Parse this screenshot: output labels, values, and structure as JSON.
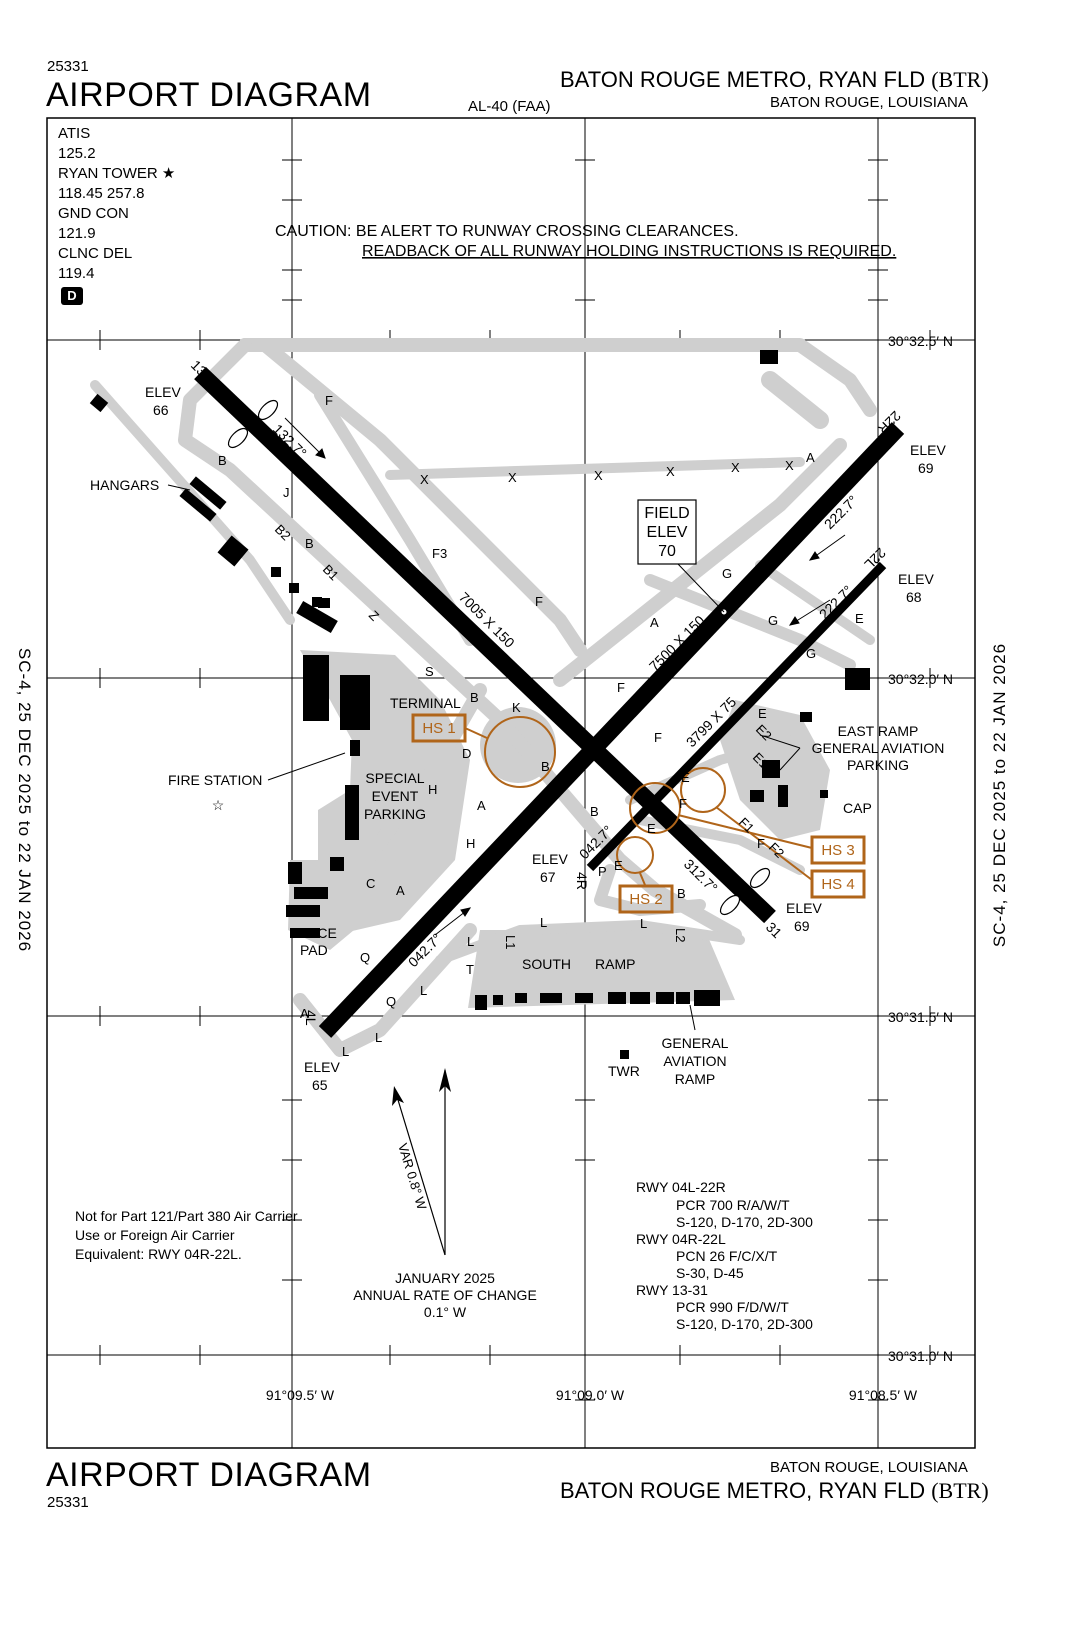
{
  "header": {
    "chart_number_top": "25331",
    "title_top": "AIRPORT DIAGRAM",
    "airport_top": "BATON ROUGE METRO, RYAN FLD",
    "ident_top": "(BTR)",
    "procedure_id": "AL-40 (FAA)",
    "city_top": "BATON ROUGE, LOUISIANA"
  },
  "footer": {
    "title_bottom": "AIRPORT DIAGRAM",
    "chart_number_bottom": "25331",
    "city_bottom": "BATON ROUGE, LOUISIANA",
    "airport_bottom": "BATON ROUGE METRO, RYAN FLD",
    "ident_bottom": "(BTR)"
  },
  "side_labels": {
    "left": "SC-4,  25 DEC 2025  to  22 JAN 2026",
    "right": "SC-4,  25 DEC 2025  to  22 JAN 2026"
  },
  "frequencies": [
    "ATIS",
    "125.2",
    "RYAN TOWER",
    "118.45  257.8",
    "GND CON",
    "121.9",
    "CLNC DEL",
    "119.4"
  ],
  "d_box": "D",
  "caution": {
    "line1": "CAUTION:  BE ALERT TO RUNWAY CROSSING CLEARANCES.",
    "line2": "READBACK OF ALL RUNWAY HOLDING INSTRUCTIONS IS REQUIRED."
  },
  "grid_labels": {
    "lat_1": "30°32.5′ N",
    "lat_2": "30°32.0′ N",
    "lat_3": "30°31.5′ N",
    "lat_4": "30°31.0′ N",
    "lon_1": "91°09.5′ W",
    "lon_2": "91°09.0′ W",
    "lon_3": "91°08.5′ W"
  },
  "runways": {
    "rwy13": "13",
    "rwy31": "31",
    "rwy22r": "22R",
    "rwy22l": "22L",
    "rwy4l": "4L",
    "rwy4r": "4R",
    "dim_13_31": "7005 X 150",
    "dim_04l_22r": "7500 X 150",
    "dim_04r_22l": "3799 X 75",
    "hdg_1327": "132.7°",
    "hdg_2227a": "222.7°",
    "hdg_2227b": "222.7°",
    "hdg_0427a": "042.7°",
    "hdg_0427b": "042.7°",
    "hdg_3127": "312.7°"
  },
  "elevations": {
    "elev_word": "ELEV",
    "e66": "66",
    "e69a": "69",
    "e68": "68",
    "e67": "67",
    "e69b": "69",
    "e65": "65",
    "field_elev_1": "FIELD",
    "field_elev_2": "ELEV",
    "field_elev_3": "70"
  },
  "features": {
    "hangars": "HANGARS",
    "terminal": "TERMINAL",
    "fire_station": "FIRE STATION",
    "special_1": "SPECIAL",
    "special_2": "EVENT",
    "special_3": "PARKING",
    "east_ramp": "EAST RAMP",
    "ga_parking_1": "GENERAL AVIATION",
    "ga_parking_2": "PARKING",
    "cap": "CAP",
    "deice_1": "DEICE",
    "deice_2": "PAD",
    "south": "SOUTH",
    "ramp": "RAMP",
    "ga_ramp_1": "GENERAL",
    "ga_ramp_2": "AVIATION",
    "ga_ramp_3": "RAMP",
    "twr": "TWR"
  },
  "hot_spots": [
    "HS 1",
    "HS 2",
    "HS 3",
    "HS 4"
  ],
  "taxiways": {
    "a": "A",
    "b": "B",
    "b1": "B1",
    "b2": "B2",
    "c": "C",
    "d": "D",
    "e": "E",
    "e1": "E1",
    "e2": "E2",
    "f": "F",
    "f1": "F1",
    "f2": "F2",
    "f3": "F3",
    "g": "G",
    "h": "H",
    "j": "J",
    "k": "K",
    "l": "L",
    "l1": "L1",
    "l2": "L2",
    "p": "P",
    "q": "Q",
    "s": "S",
    "t": "T",
    "x": "X",
    "z": "Z"
  },
  "magnetic": {
    "var": "VAR 0.8° W",
    "roc_1": "JANUARY 2025",
    "roc_2": "ANNUAL RATE OF CHANGE",
    "roc_3": "0.1° W"
  },
  "notes": {
    "n1": "Not for Part 121/Part 380 Air Carrier",
    "n2": "Use or Foreign Air Carrier",
    "n3": "Equivalent: RWY 04R-22L."
  },
  "rwy_data": [
    "RWY  04L-22R",
    "PCR 700 R/A/W/T",
    "S-120, D-170, 2D-300",
    "RWY  04R-22L",
    "PCN 26 F/C/X/T",
    "S-30, D-45",
    "RWY  13-31",
    "PCR 990 F/D/W/T",
    "S-120, D-170, 2D-300"
  ],
  "colors": {
    "runway": "#000000",
    "taxiway": "#cfcfcf",
    "hot_spot": "#b0651a",
    "building": "#000000"
  }
}
